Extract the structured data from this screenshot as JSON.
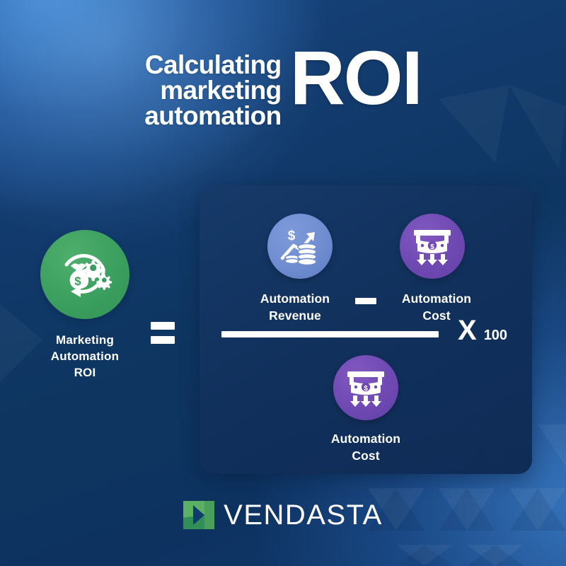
{
  "title": {
    "line1": "Calculating",
    "line2": "marketing",
    "line3": "automation",
    "emphasis": "ROI"
  },
  "result": {
    "icon_name": "money-bag-gears-cycle-icon",
    "label_line1": "Marketing",
    "label_line2": "Automation",
    "label_line3": "ROI",
    "accent_color": "#3a9e5e"
  },
  "operators": {
    "equals": "=",
    "minus": "—",
    "times": "X",
    "multiplier_value": "100"
  },
  "formula": {
    "numerator": {
      "left": {
        "icon_name": "revenue-growth-coins-icon",
        "label_line1": "Automation",
        "label_line2": "Revenue",
        "accent_color": "#6f8dd0"
      },
      "right": {
        "icon_name": "money-dispenser-cost-icon",
        "label_line1": "Automation",
        "label_line2": "Cost",
        "accent_color": "#6f49b2"
      }
    },
    "denominator": {
      "icon_name": "money-dispenser-cost-icon",
      "label_line1": "Automation",
      "label_line2": "Cost",
      "accent_color": "#6f49b2"
    }
  },
  "branding": {
    "logo_mark_name": "vendasta-logo-mark",
    "name": "VENDASTA",
    "mark_color": "#4aa05a"
  },
  "theme": {
    "background_dark": "#0e3560",
    "background_light": "#3f7fce",
    "panel": "#143a69",
    "text": "#ffffff"
  }
}
